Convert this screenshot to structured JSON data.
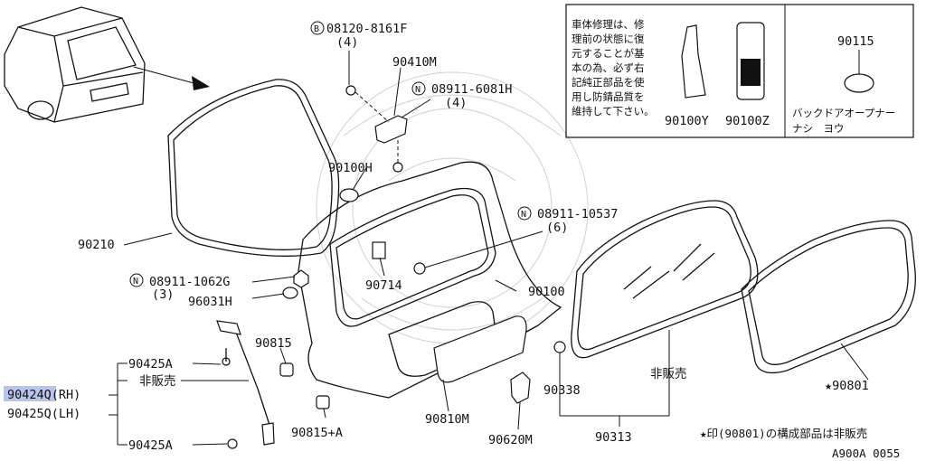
{
  "diagram_id": "A900A 0055",
  "note_box": {
    "text_lines": [
      "車体修理は、修",
      "理前の状態に復",
      "元することが基",
      "本の為、必ず右",
      "記純正部品を使",
      "用し防錆品質を",
      "維持して下さい。"
    ],
    "part_a": "90100Y",
    "part_b": "90100Z",
    "plug_part": "90115",
    "plug_desc_1": "バックドアオープナー",
    "plug_desc_2": "ナシ　ヨウ"
  },
  "callouts": {
    "bolt_b": "08120-8161F",
    "bolt_b_qty": "(4)",
    "bolt_b_prefix": "B",
    "hinge": "90410M",
    "nut_n1": "08911-6081H",
    "nut_n1_qty": "(4)",
    "plug_h": "90100H",
    "seal": "90210",
    "nut_n3": "08911-1062G",
    "nut_n3_qty": "(3)",
    "cap": "96031H",
    "bracket": "90714",
    "nut_n2": "08911-10537",
    "nut_n2_qty": "(6)",
    "door": "90100",
    "bumper": "90815",
    "bumper_a": "90815+A",
    "stay_bolt_top": "90425A",
    "stay_bolt_bottom": "90425A",
    "not_sold": "非販売",
    "stay_rh": "90424Q(RH)",
    "stay_lh": "90425Q(LH)",
    "gasket": "90810M",
    "handle": "90620M",
    "clip": "90338",
    "glass": "90313",
    "glass_not_sold": "非販売",
    "molding": "★90801",
    "n_prefix": "N",
    "footnote": "★印(90801)の構成部品は非販売"
  },
  "colors": {
    "highlight": "#b7c4ec",
    "ink": "#111111"
  }
}
